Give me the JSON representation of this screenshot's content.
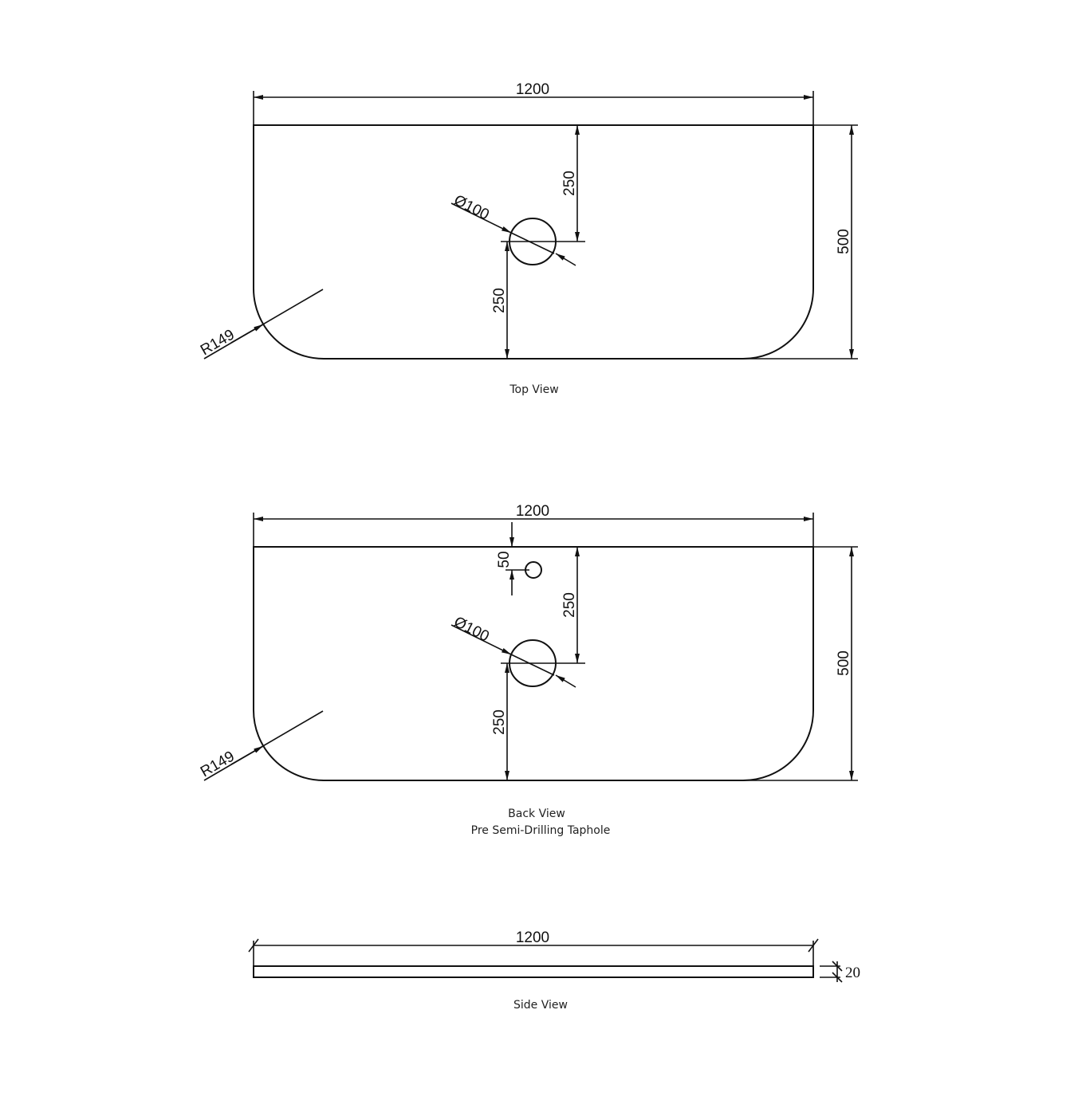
{
  "top_view": {
    "width_dim": "1200",
    "depth_dim": "500",
    "hole_from_back_dim": "250",
    "hole_from_front_dim": "250",
    "hole_diameter_dim": "Ø100",
    "corner_radius_dim": "R149",
    "caption": "Top View"
  },
  "back_view": {
    "width_dim": "1200",
    "depth_dim": "500",
    "taphole_offset_dim": "50",
    "hole_from_back_dim": "250",
    "hole_from_front_dim": "250",
    "hole_diameter_dim": "Ø100",
    "corner_radius_dim": "R149",
    "caption": "Back View",
    "subcaption": "Pre Semi-Drilling Taphole"
  },
  "side_view": {
    "width_dim": "1200",
    "thickness_dim": "20",
    "caption": "Side View"
  }
}
